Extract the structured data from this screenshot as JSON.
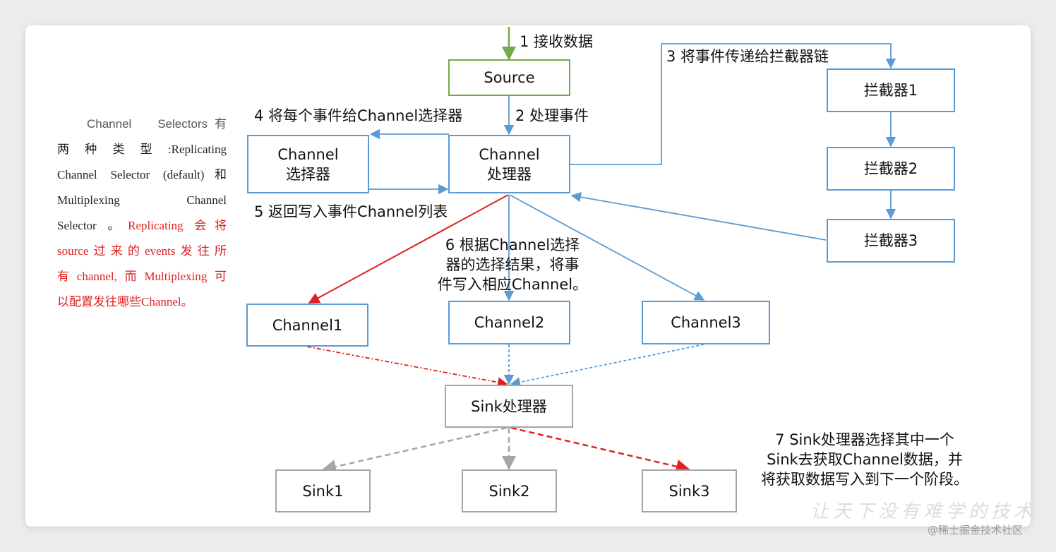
{
  "sidenote": {
    "line1": "Channel　Selectors有",
    "line2": "两 种 类 型 :Replicating",
    "line3": "Channel Selector (default)和",
    "line4": "Multiplexing　　　Channel",
    "line5_black": "Selector 。",
    "line5_red": "Replicating 会将",
    "line6": "source过来的events发往所",
    "line7": "有channel,而Multiplexing可",
    "line8": "以配置发往哪些Channel。"
  },
  "nodes": {
    "source": "Source",
    "channel_selector_line1": "Channel",
    "channel_selector_line2": "选择器",
    "channel_processor_line1": "Channel",
    "channel_processor_line2": "处理器",
    "interceptor1": "拦截器1",
    "interceptor2": "拦截器2",
    "interceptor3": "拦截器3",
    "channel1": "Channel1",
    "channel2": "Channel2",
    "channel3": "Channel3",
    "sink_processor": "Sink处理器",
    "sink1": "Sink1",
    "sink2": "Sink2",
    "sink3": "Sink3"
  },
  "steps": {
    "step1": "1 接收数据",
    "step2": "2 处理事件",
    "step3": "3 将事件传递给拦截器链",
    "step4": "4 将每个事件给Channel选择器",
    "step5": "5 返回写入事件Channel列表",
    "step6_line1": "6 根据Channel选择",
    "step6_line2": "器的选择结果，将事",
    "step6_line3": "件写入相应Channel。",
    "step7_line1": "7 Sink处理器选择其中一个",
    "step7_line2": "Sink去获取Channel数据，并",
    "step7_line3": "将获取数据写入到下一个阶段。"
  },
  "watermark": {
    "text": "让天下没有难学的技术",
    "credit": "@稀土掘金技术社区"
  },
  "colors": {
    "blue": "#5b9bd5",
    "green": "#70ad47",
    "red": "#e02020",
    "grey": "#a5a5a5"
  }
}
